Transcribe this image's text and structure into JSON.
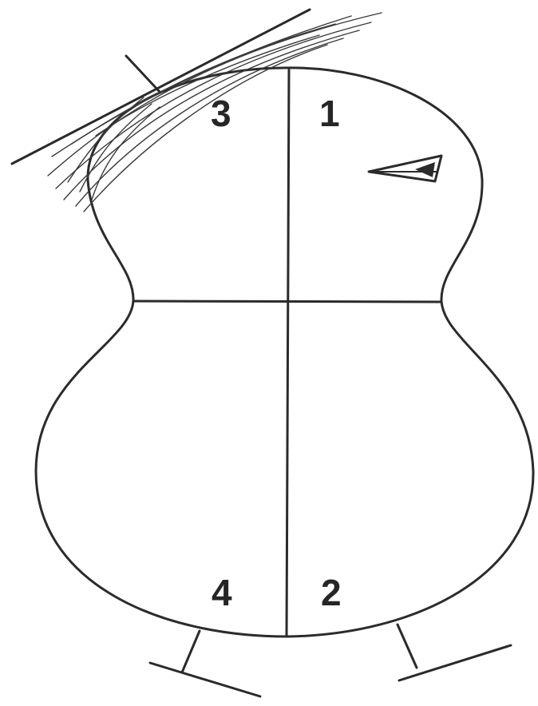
{
  "diagram": {
    "regions": [
      {
        "id": "1",
        "label": "1"
      },
      {
        "id": "2",
        "label": "2"
      },
      {
        "id": "3",
        "label": "3"
      },
      {
        "id": "4",
        "label": "4"
      }
    ]
  }
}
